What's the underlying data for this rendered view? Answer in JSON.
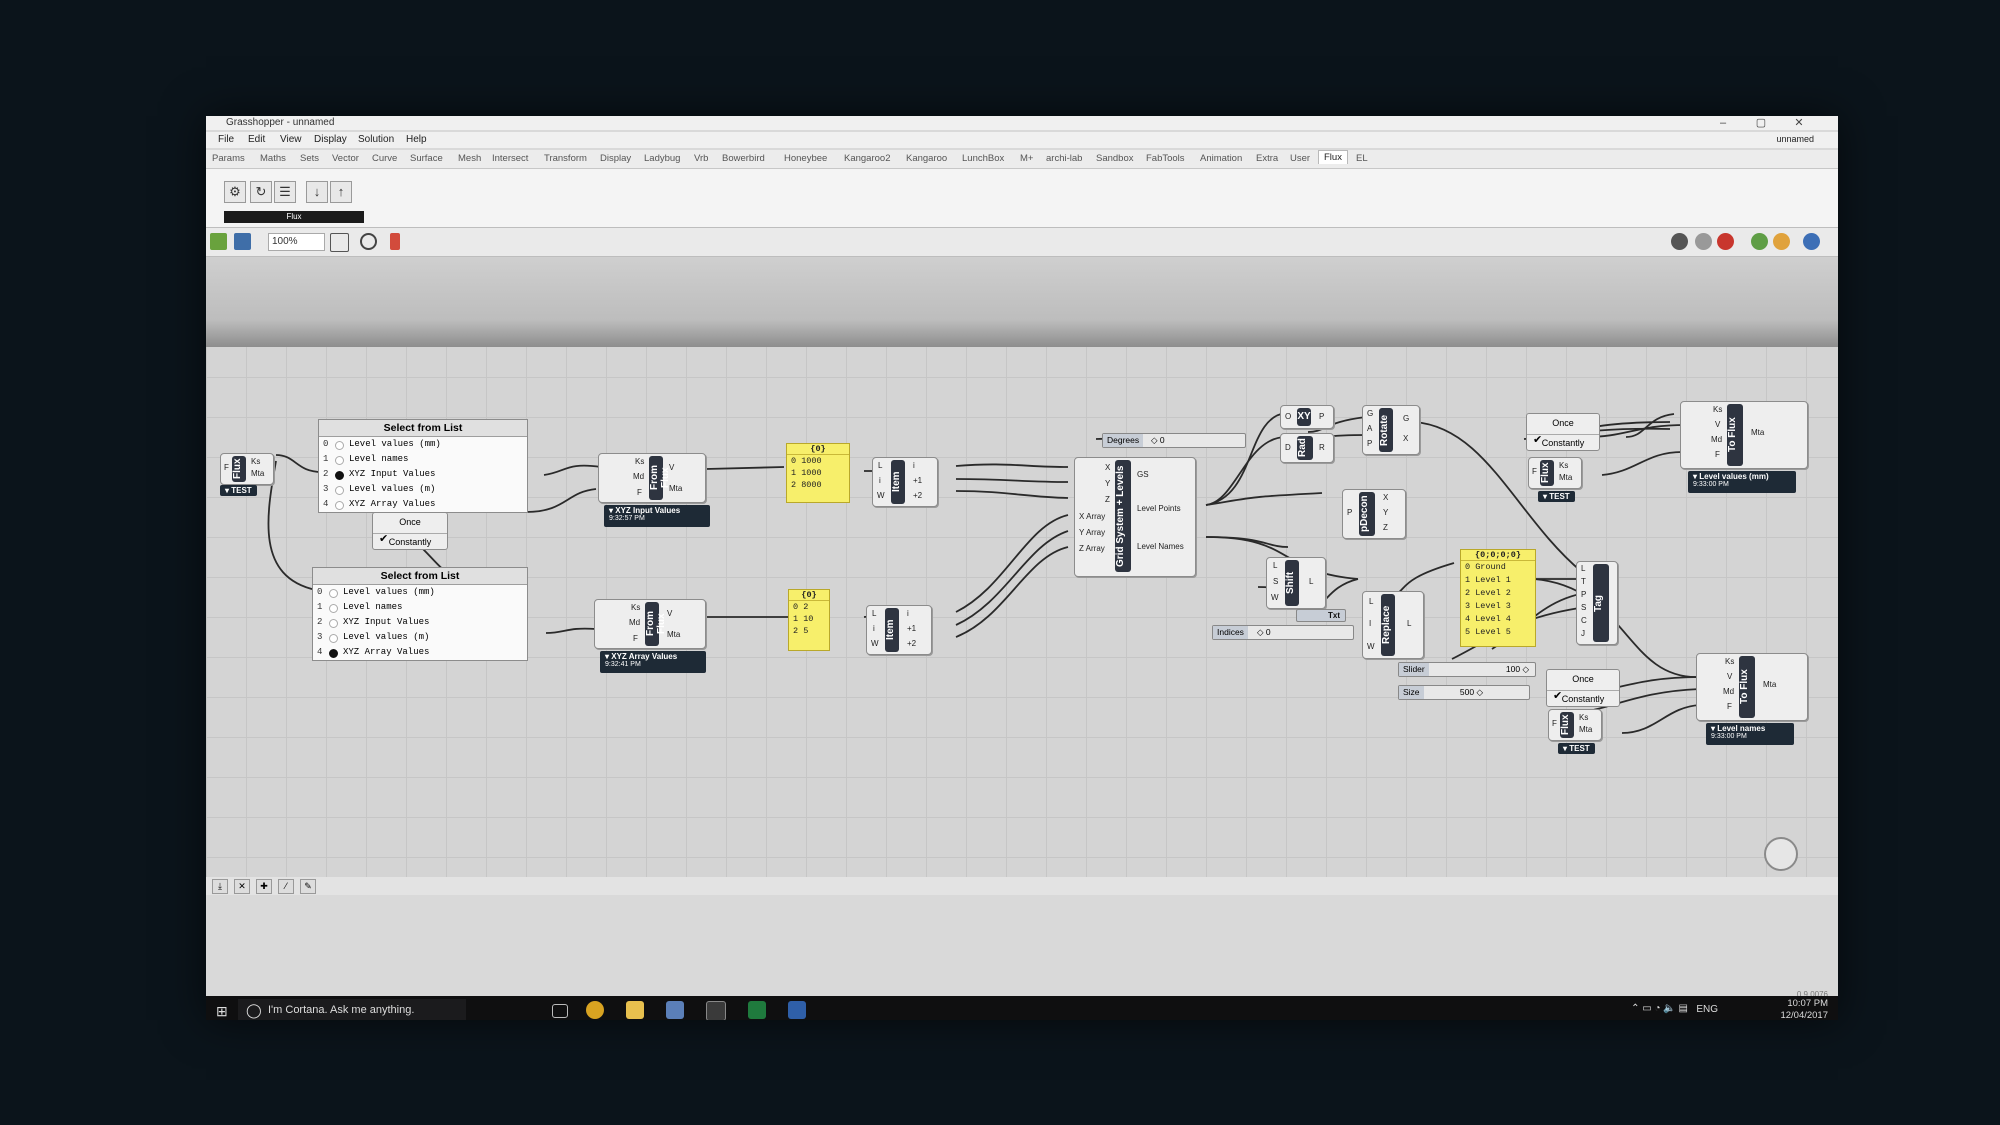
{
  "window": {
    "title": "Grasshopper - unnamed",
    "doc_name": "unnamed",
    "controls": [
      "–",
      "▢",
      "✕"
    ]
  },
  "menu": [
    "File",
    "Edit",
    "View",
    "Display",
    "Solution",
    "Help"
  ],
  "tabs": [
    "Params",
    "Maths",
    "Sets",
    "Vector",
    "Curve",
    "Surface",
    "Mesh",
    "Intersect",
    "Transform",
    "Display",
    "Ladybug",
    "Vrb",
    "Bowerbird",
    "Honeybee",
    "Kangaroo2",
    "Kangaroo",
    "LunchBox",
    "M+",
    "archi-lab",
    "Sandbox",
    "FabTools",
    "Animation",
    "Extra",
    "User",
    "Flux",
    "EL"
  ],
  "active_tab": "Flux",
  "ribbon": {
    "group_label": "Flux"
  },
  "canvas_toolbar": {
    "zoom": "100%"
  },
  "nodes": {
    "flux1": {
      "core": "Flux",
      "pins": [
        "F",
        "Ks",
        "Mta"
      ],
      "tag": "▾ TEST"
    },
    "select1": {
      "title": "Select from List",
      "rows": [
        {
          "idx": "0",
          "text": "Level values (mm)",
          "on": false
        },
        {
          "idx": "1",
          "text": "Level names",
          "on": false
        },
        {
          "idx": "2",
          "text": "XYZ Input Values",
          "on": true
        },
        {
          "idx": "3",
          "text": "Level values (m)",
          "on": false
        },
        {
          "idx": "4",
          "text": "XYZ Array Values",
          "on": false
        }
      ]
    },
    "select2": {
      "title": "Select from List",
      "rows": [
        {
          "idx": "0",
          "text": "Level values (mm)",
          "on": false
        },
        {
          "idx": "1",
          "text": "Level names",
          "on": false
        },
        {
          "idx": "2",
          "text": "XYZ Input Values",
          "on": false
        },
        {
          "idx": "3",
          "text": "Level values (m)",
          "on": false
        },
        {
          "idx": "4",
          "text": "XYZ Array Values",
          "on": true
        }
      ]
    },
    "trigger1": {
      "a": "Once",
      "b": "Constantly"
    },
    "trigger2": {
      "a": "Once",
      "b": "Constantly"
    },
    "trigger3": {
      "a": "Once",
      "b": "Constantly"
    },
    "fromflux1": {
      "core": "From Flux",
      "in": [
        "Ks",
        "Md",
        "F"
      ],
      "out": [
        "V",
        "Mta"
      ],
      "tag": "▾ XYZ Input Values",
      "time": "9:32:57 PM"
    },
    "fromflux2": {
      "core": "From Flux",
      "in": [
        "Ks",
        "Md",
        "F"
      ],
      "out": [
        "V",
        "Mta"
      ],
      "tag": "▾ XYZ Array Values",
      "time": "9:32:41 PM"
    },
    "panel1": {
      "header": "{0}",
      "lines": [
        "0 1000",
        "1 1000",
        "2 8000"
      ]
    },
    "panel2": {
      "header": "{0}",
      "lines": [
        "0 2",
        "1 10",
        "2 5"
      ]
    },
    "item1": {
      "core": "Item",
      "in": [
        "L",
        "i",
        "W"
      ],
      "out": [
        "i",
        "+1",
        "+2"
      ]
    },
    "item2": {
      "core": "Item",
      "in": [
        "L",
        "i",
        "W"
      ],
      "out": [
        "i",
        "+1",
        "+2"
      ]
    },
    "grid": {
      "core": "Grid System + Levels",
      "in": [
        "X",
        "Y",
        "Z",
        "X Array",
        "Y Array",
        "Z Array"
      ],
      "out": [
        "GS",
        "Level Points",
        "Level Names"
      ]
    },
    "degrees": {
      "name": "Degrees",
      "value": "◇ 0"
    },
    "xy": {
      "core": "XY",
      "in": [
        "O"
      ],
      "out": [
        "P"
      ]
    },
    "rad": {
      "core": "Rad",
      "in": [
        "D"
      ],
      "out": [
        "R"
      ]
    },
    "rotate": {
      "core": "Rotate",
      "in": [
        "G",
        "A",
        "P"
      ],
      "out": [
        "G",
        "X"
      ]
    },
    "pdecon": {
      "core": "pDecon",
      "in": [
        "P"
      ],
      "out": [
        "X",
        "Y",
        "Z"
      ]
    },
    "shift": {
      "core": "Shift",
      "in": [
        "L",
        "S",
        "W"
      ],
      "out": [
        "L"
      ]
    },
    "txt": {
      "label": "Txt"
    },
    "indices": {
      "name": "Indices",
      "value": "◇ 0"
    },
    "replace": {
      "core": "Replace",
      "in": [
        "L",
        "I",
        "W"
      ],
      "out": [
        "L"
      ]
    },
    "panel3": {
      "header": "{0;0;0;0}",
      "lines": [
        "0 Ground",
        "1 Level 1",
        "2 Level 2",
        "3 Level 3",
        "4 Level 4",
        "5 Level 5"
      ]
    },
    "slider": {
      "name": "Slider",
      "value": "100 ◇"
    },
    "size": {
      "name": "Size",
      "value": "500 ◇"
    },
    "tag": {
      "core": "Tag",
      "in": [
        "L",
        "T",
        "P",
        "S",
        "C",
        "J"
      ]
    },
    "toflux1": {
      "core": "To Flux",
      "in": [
        "Ks",
        "V",
        "Md",
        "F"
      ],
      "out": [
        "Mta"
      ],
      "tag": "▾ Level values (mm)",
      "time": "9:33:00 PM"
    },
    "toflux2": {
      "core": "To Flux",
      "in": [
        "Ks",
        "V",
        "Md",
        "F"
      ],
      "out": [
        "Mta"
      ],
      "tag": "▾ Level names",
      "time": "9:33:00 PM"
    },
    "flux2": {
      "core": "Flux",
      "pins": [
        "F",
        "Ks",
        "Mta"
      ],
      "tag": "▾ TEST"
    },
    "flux3": {
      "core": "Flux",
      "pins": [
        "F",
        "Ks",
        "Mta"
      ],
      "tag": "▾ TEST"
    }
  },
  "status": {
    "version": "0.9.0076"
  },
  "taskbar": {
    "cortana": "I'm Cortana. Ask me anything.",
    "lang": "ENG",
    "time": "10:07 PM",
    "date": "12/04/2017"
  },
  "colors": {
    "panel": "#f7ef6b",
    "node_core": "#2e3440",
    "canvas": "#d4d4d4"
  }
}
